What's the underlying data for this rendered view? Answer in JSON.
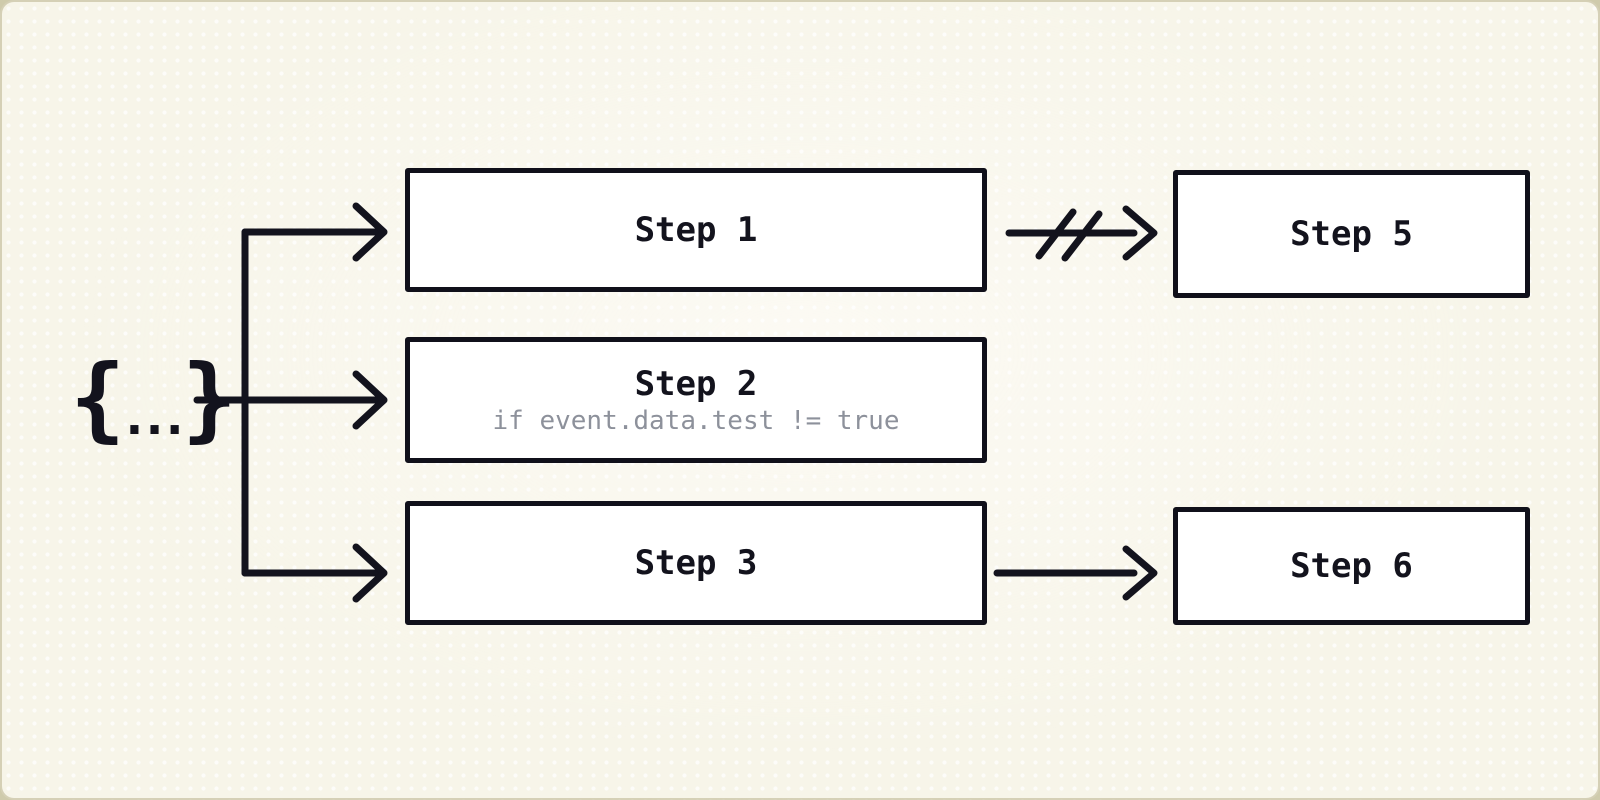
{
  "diagram": {
    "description": "Step function fan-out flow diagram",
    "trigger": {
      "brace_left": "{",
      "dots": "...",
      "brace_right": "}"
    },
    "nodes": {
      "step1": {
        "label": "Step 1"
      },
      "step2": {
        "label": "Step 2",
        "caption": "if event.data.test != true"
      },
      "step3": {
        "label": "Step 3"
      },
      "step5": {
        "label": "Step 5"
      },
      "step6": {
        "label": "Step 6"
      }
    },
    "edges": [
      {
        "from": "trigger",
        "to": "step1",
        "style": "solid-arrow"
      },
      {
        "from": "trigger",
        "to": "step2",
        "style": "solid-arrow"
      },
      {
        "from": "trigger",
        "to": "step3",
        "style": "solid-arrow"
      },
      {
        "from": "step1",
        "to": "step5",
        "style": "cancelled-arrow"
      },
      {
        "from": "step3",
        "to": "step6",
        "style": "solid-arrow"
      }
    ]
  },
  "colors": {
    "ink": "#13131d",
    "node_fill": "#ffffff",
    "node_border": "#10101a",
    "caption": "#8d919b",
    "background": "#f7f5e9"
  }
}
